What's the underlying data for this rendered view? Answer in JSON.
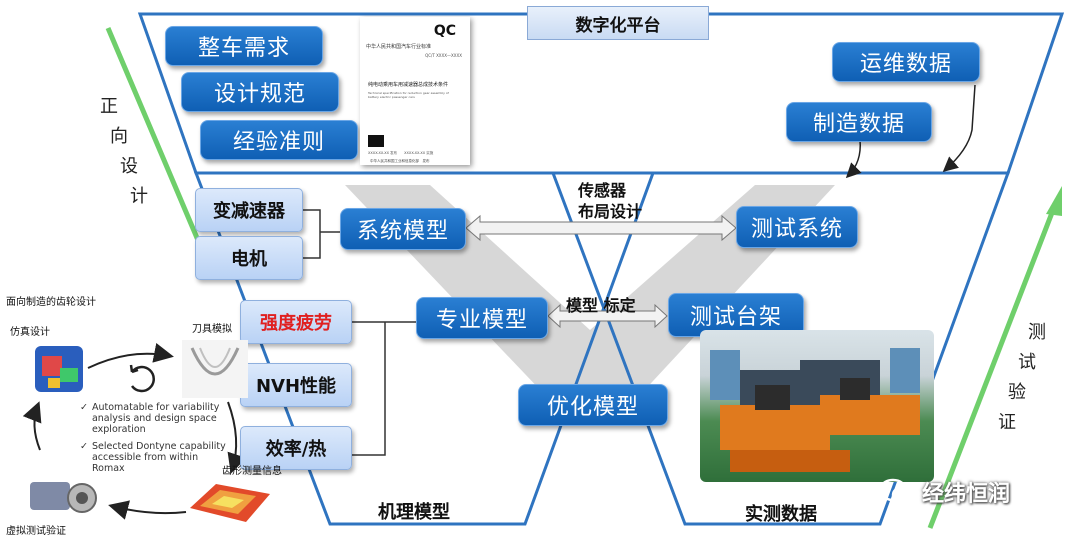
{
  "platform": {
    "title": "数字化平台"
  },
  "upper_left": {
    "vehicle_requirements": "整车需求",
    "design_spec": "设计规范",
    "experience_rules": "经验准则"
  },
  "standard_doc": {
    "logo": "QC",
    "header": "中华人民共和国汽车行业标准",
    "code": "QC/T XXXX—XXXX",
    "title": "纯电动乘用车用减速器总成技术条件",
    "subtitle": "Technical specification for reduction gear assembly of battery electric passenger cars",
    "dates": "XXXX-XX-XX 发布　　XXXX-XX-XX 实施",
    "issuer": "中华人民共和国工业和信息化部　发布"
  },
  "upper_right": {
    "ops_data": "运维数据",
    "mfg_data": "制造数据"
  },
  "middle": {
    "reducer": "变减速器",
    "motor": "电机",
    "system_model": "系统模型",
    "sensor_layout": "传感器\n布局设计",
    "test_system": "测试系统",
    "strength_fatigue": "强度疲劳",
    "nvh": "NVH性能",
    "efficiency_heat": "效率/热",
    "domain_model": "专业模型",
    "model_calibration": "模型 标定",
    "test_bench": "测试台架",
    "optimization_model": "优化模型",
    "mechanism_model": "机理模型",
    "measured_data": "实测数据"
  },
  "side_labels": {
    "forward_design": [
      "正",
      "向",
      "设",
      "计"
    ],
    "test_verification": [
      "测",
      "试",
      "验",
      "证"
    ]
  },
  "inset": {
    "title": "面向制造的齿轮设计",
    "sim_design": "仿真设计",
    "tool_sim": "刀具模拟",
    "gear_measure": "齿形测量信息",
    "virtual_test": "虚拟测试验证",
    "bullets": [
      "Automatable for variability analysis and design space exploration",
      "Selected Dontyne capability accessible from within Romax"
    ]
  },
  "watermark": {
    "text": "经纬恒润"
  },
  "colors": {
    "accent_blue": "#1565c0",
    "frame_blue": "#2f74c0",
    "arrow_green": "#6fcf6b",
    "highlight_red": "#e02020"
  }
}
